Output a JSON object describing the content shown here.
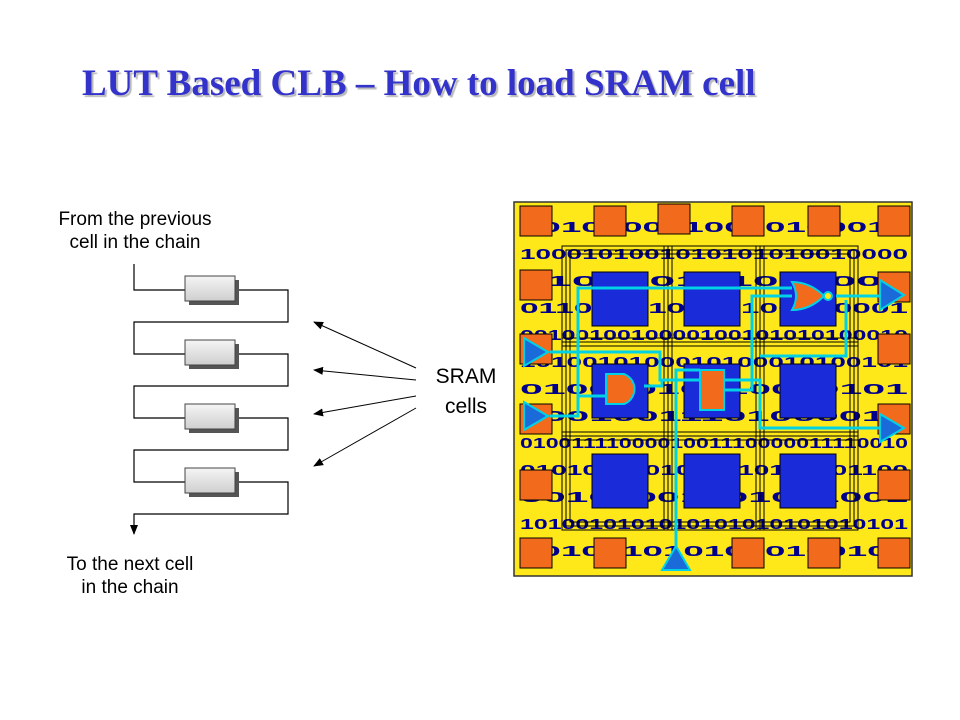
{
  "title": "LUT Based CLB – How to load SRAM cell",
  "labels": {
    "from_previous": "From the previous\ncell in the chain",
    "to_next": "To the next cell\nin the chain",
    "sram_cells": "SRAM\ncells"
  },
  "chip": {
    "bit_rows": [
      "0010100010010100010",
      "1000101001010101010010000",
      "010100101001001",
      "011001010010100100001",
      "0010010010000100101010100010",
      "1010010100010100010100101",
      "01001010010010101",
      "10010011101000010",
      "0100111100001001110000011110010",
      "0101001001001010101001100",
      "00101001001001001",
      "1010010101010101010101010101",
      "1010010101010100101"
    ]
  },
  "colors": {
    "title": "#3333cc",
    "chip_background": "#ffe81a",
    "pad": "#f26a1b",
    "lut_block": "#1a2bd9",
    "routing": "#00d2e6",
    "bits": "#00008b"
  }
}
